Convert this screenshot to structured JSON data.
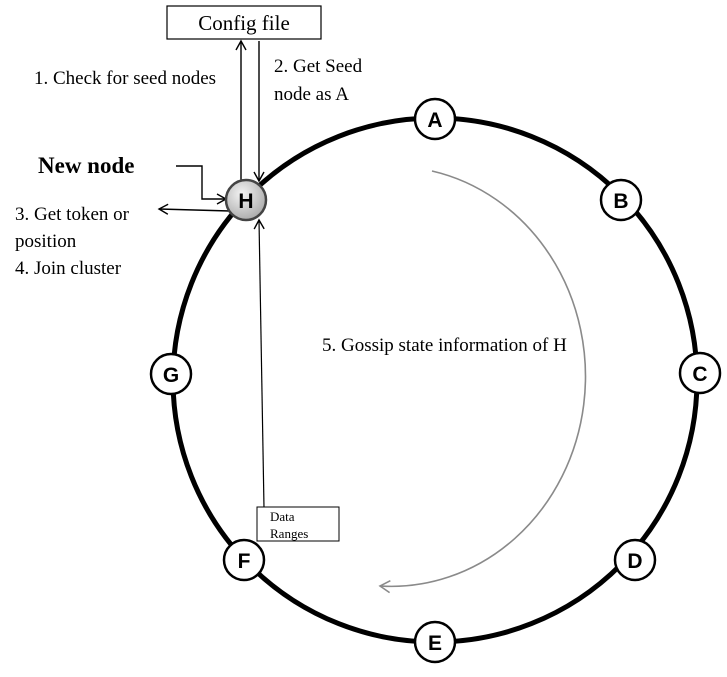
{
  "config_box": {
    "label": "Config file"
  },
  "steps": {
    "check_seed": "1. Check for seed nodes",
    "get_seed_line1": "2. Get Seed",
    "get_seed_line2": "node as A",
    "get_token_line1": "3. Get token or",
    "get_token_line2": "position",
    "join_cluster": "4. Join cluster",
    "gossip": "5. Gossip state information of H"
  },
  "new_node_label": "New node",
  "data_ranges": {
    "line1": "Data",
    "line2": "Ranges"
  },
  "nodes": {
    "a": "A",
    "b": "B",
    "c": "C",
    "d": "D",
    "e": "E",
    "f": "F",
    "g": "G",
    "h": "H"
  }
}
